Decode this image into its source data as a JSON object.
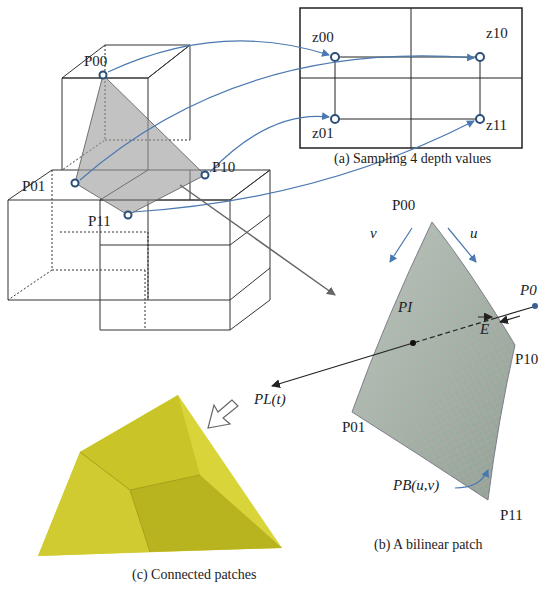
{
  "diagram": {
    "labels": [
      "P00",
      "z00",
      "z10",
      "P01",
      "P10",
      "z01",
      "z11",
      "P11",
      "(a) Sampling 4 depth values",
      "P00",
      "v",
      "u",
      "PI",
      "P0",
      "E",
      "PL(t)",
      "P10",
      "P01",
      "PB(u,v)",
      "P11",
      "(b) A bilinear patch",
      "(c) Connected patches"
    ]
  }
}
